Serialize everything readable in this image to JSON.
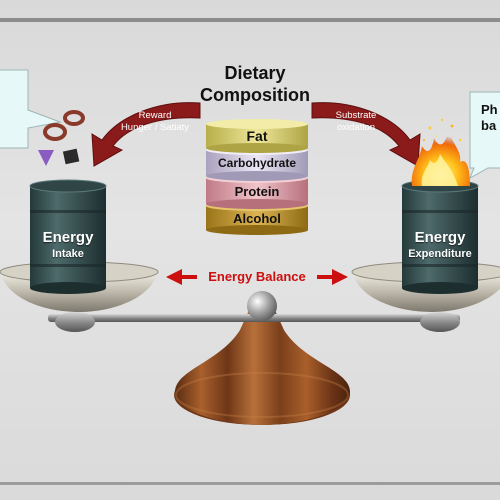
{
  "diagram": {
    "title_line1": "Dietary",
    "title_line2": "Composition",
    "left_arrow": {
      "line1": "Reward",
      "line2": "Hunger / Satiaty"
    },
    "right_arrow": {
      "line1": "Substrate",
      "line2": "oxidation"
    },
    "layers": [
      "Fat",
      "Carbohydrate",
      "Protein",
      "Alcohol"
    ],
    "left_barrel": {
      "line1": "Energy",
      "line2": "Intake"
    },
    "right_barrel": {
      "line1": "Energy",
      "line2": "Expenditure"
    },
    "balance_label": "Energy Balance",
    "right_callout": {
      "line1": "Ph",
      "line2": "ba"
    }
  },
  "colors": {
    "arrow": "#8b1a1a",
    "balance_text": "#cc0f0f",
    "barrel": "#3b5253",
    "callout": "#e6f8f8",
    "layer_fat": "#ddd57a",
    "layer_carbohydrate": "#d9d3e6",
    "layer_protein": "#e3adb5",
    "layer_alcohol": "#c9a035",
    "wood": "#8a4a22"
  }
}
